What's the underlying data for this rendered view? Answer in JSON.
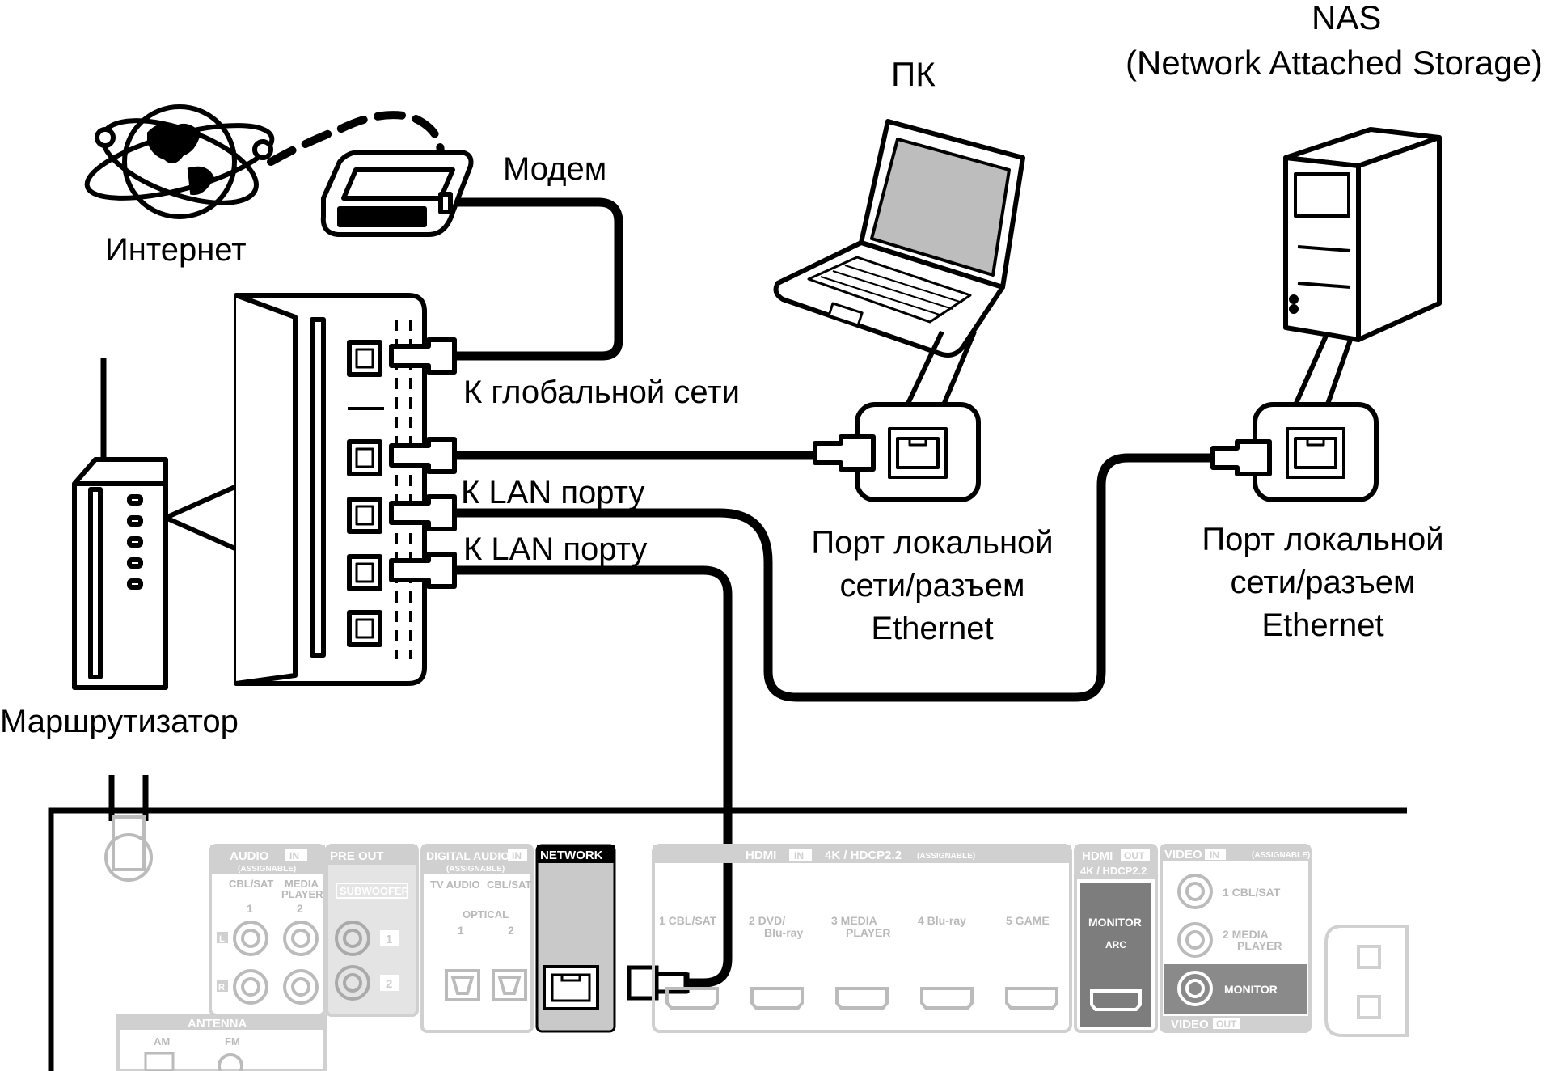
{
  "devices": {
    "internet": "Интернет",
    "modem": "Модем",
    "pc": "ПК",
    "nas_title": "NAS",
    "nas_subtitle": "(Network Attached Storage)",
    "router": "Маршрутизатор"
  },
  "connections": {
    "wan": "К глобальной сети",
    "lan1": "К LAN порту",
    "lan2": "К LAN порту",
    "pc_port_line1": "Порт локальной",
    "pc_port_line2": "сети/разъем",
    "pc_port_line3": "Ethernet",
    "nas_port_line1": "Порт локальной",
    "nas_port_line2": "сети/разъем",
    "nas_port_line3": "Ethernet"
  },
  "receiver_panel": {
    "audio_in": "AUDIO",
    "audio_in_badge": "IN",
    "assignable": "(ASSIGNABLE)",
    "cbl_sat": "CBL/SAT",
    "media_player": "MEDIA PLAYER",
    "media": "MEDIA",
    "player": "PLAYER",
    "num1": "1",
    "num2": "2",
    "l": "L",
    "r": "R",
    "pre_out": "PRE OUT",
    "subwoofer": "SUBWOOFER",
    "digital_audio": "DIGITAL AUDIO",
    "tv_audio": "TV AUDIO",
    "optical": "OPTICAL",
    "network": "NETWORK",
    "hdmi": "HDMI",
    "hdmi_in_spec": "4K / HDCP2.2",
    "hdmi_assignable": "(ASSIGNABLE)",
    "hdmi_1": "1  CBL/SAT",
    "hdmi_2a": "2  DVD/",
    "hdmi_2b": "Blu-ray",
    "hdmi_3a": "3  MEDIA",
    "hdmi_3b": "PLAYER",
    "hdmi_4": "4  Blu-ray",
    "hdmi_5": "5  GAME",
    "hdmi_out_badge": "OUT",
    "hdmi_out_spec": "4K / HDCP2.2",
    "monitor": "MONITOR",
    "arc": "ARC",
    "video": "VIDEO",
    "video_1": "1  CBL/SAT",
    "video_2a": "2  MEDIA",
    "video_2b": "PLAYER",
    "video_monitor": "MONITOR",
    "video_out_label": "VIDEO",
    "antenna": "ANTENNA",
    "am": "AM",
    "fm": "FM"
  },
  "colors": {
    "line": "#000000",
    "panel_gray": "#cfcfcf",
    "panel_dark": "#7d7d7d",
    "panel_text": "#b9b9b9"
  }
}
